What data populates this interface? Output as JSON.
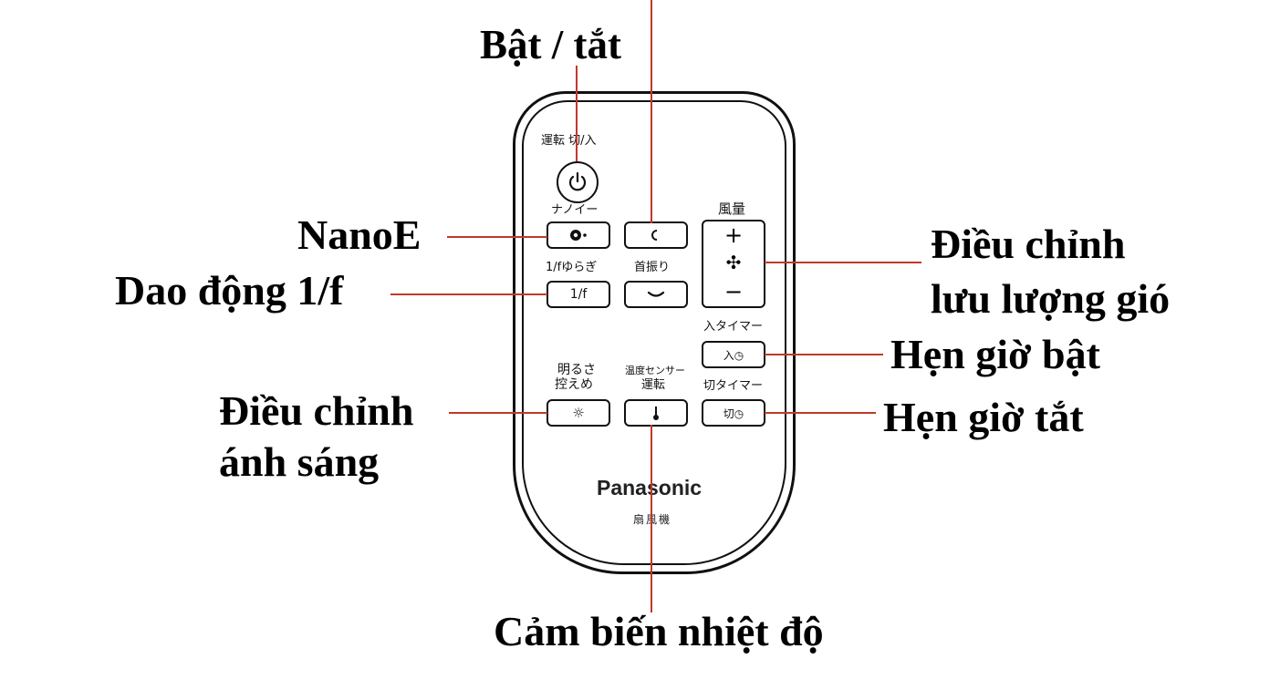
{
  "remote": {
    "power_label": "運転 切/入",
    "nanoe_label": "ナノイー",
    "fan_label": "風量",
    "fan_plus": "+",
    "fan_minus": "−",
    "rhythm_label": "1/fゆらぎ",
    "rhythm_button": "1/f",
    "swing_label": "首振り",
    "on_timer_label": "入タイマー",
    "on_timer_button": "入◷",
    "brightness_label_1": "明るさ",
    "brightness_label_2": "控えめ",
    "sensor_label_1": "温度センサー",
    "sensor_label_2": "運転",
    "off_timer_label": "切タイマー",
    "off_timer_button": "切◷",
    "brand": "Panasonic",
    "model": "扇風機"
  },
  "callouts": {
    "power": "Bật / tắt",
    "nanoe": "NanoE",
    "rhythm": "Dao động 1/f",
    "fan_1": "Điều chỉnh",
    "fan_2": "lưu lượng gió",
    "on_timer": "Hẹn giờ bật",
    "off_timer": "Hẹn giờ tắt",
    "light_1": "Điều chỉnh",
    "light_2": "ánh sáng",
    "sensor": "Cảm biến nhiệt độ"
  },
  "colors": {
    "leader_line": "#c0392b",
    "outline": "#111111"
  },
  "icons": {
    "power": "power-icon",
    "nanoe": "nanoe-icon",
    "moon": "crescent-icon",
    "fan": "fan-icon",
    "swing": "swing-icon",
    "timer": "clock-icon",
    "sun": "sun-icon",
    "thermometer": "thermometer-icon"
  }
}
